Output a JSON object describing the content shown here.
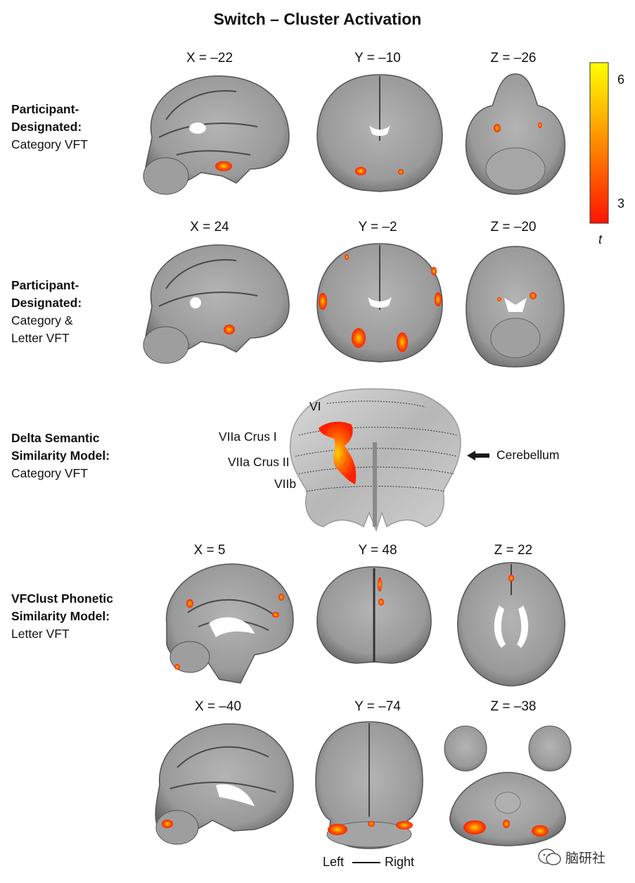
{
  "title": "Switch – Cluster Activation",
  "colorbar": {
    "max_label": "6",
    "min_label": "3",
    "var_label": "t",
    "colors": [
      "#ffff00",
      "#ffb000",
      "#ff5a00",
      "#ff1400"
    ]
  },
  "rows": [
    {
      "label_bold_1": "Participant-",
      "label_bold_2": "Designated:",
      "label_3": "Category VFT",
      "label_4": "",
      "coords": [
        "X = –22",
        "Y = –10",
        "Z = –26"
      ]
    },
    {
      "label_bold_1": "Participant-",
      "label_bold_2": "Designated:",
      "label_3": "Category &",
      "label_4": "Letter VFT",
      "coords": [
        "X = 24",
        "Y = –2",
        "Z = –20"
      ]
    },
    {
      "label_bold_1": "Delta Semantic",
      "label_bold_2": "Similarity Model:",
      "label_3": "Category VFT",
      "label_4": "",
      "flatmap_labels": [
        "VI",
        "VIIa Crus I",
        "VIIa Crus II",
        "VIIb"
      ],
      "arrow_label": "Cerebellum"
    },
    {
      "label_bold_1": "VFClust Phonetic",
      "label_bold_2": "Similarity Model:",
      "label_3": "Letter VFT",
      "label_4": "",
      "coords": [
        "X = 5",
        "Y = 48",
        "Z = 22"
      ]
    },
    {
      "coords": [
        "X = –40",
        "Y = –74",
        "Z = –38"
      ]
    }
  ],
  "orientation": {
    "left": "Left",
    "right": "Right"
  },
  "watermark": "脑研社"
}
